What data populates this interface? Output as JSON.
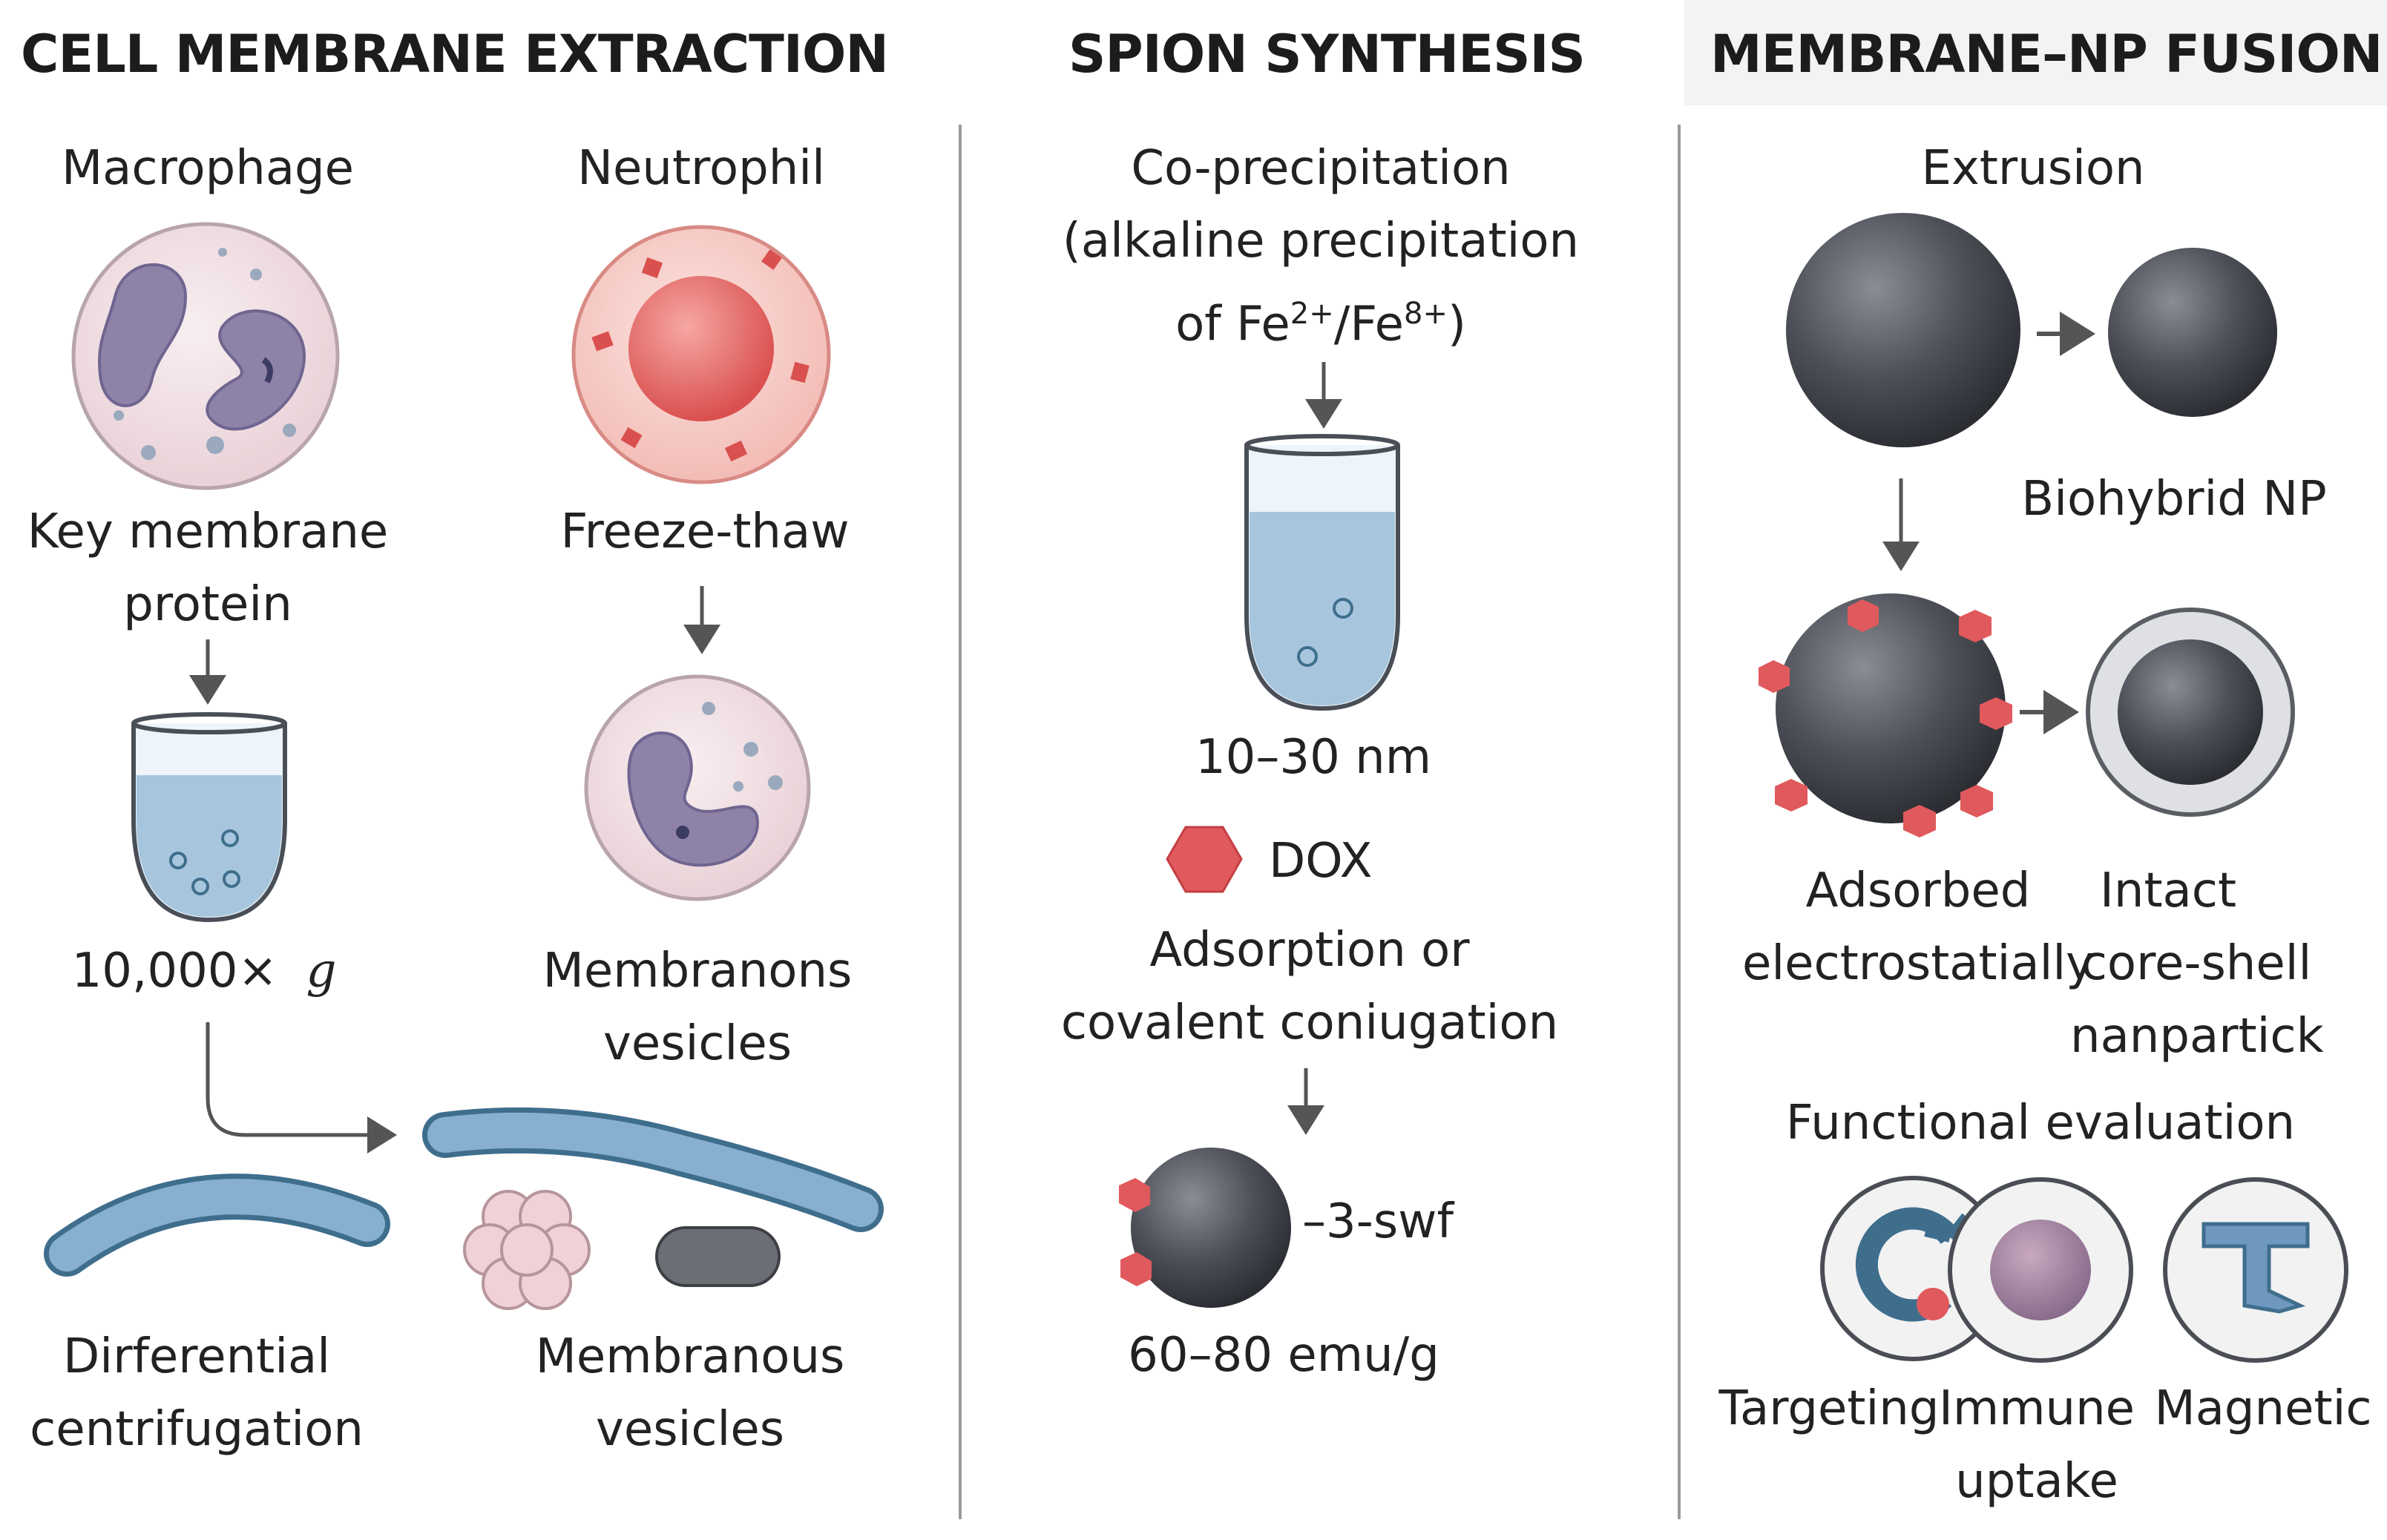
{
  "sections": {
    "extraction": {
      "title": "CELL MEMBRANE EXTRACTION",
      "macrophage": "Macrophage",
      "neutrophil": "Neutrophil",
      "key_protein_1": "Key membrane",
      "key_protein_2": "protein",
      "freeze_thaw": "Freeze-thaw",
      "gforce_value": "10,000×",
      "gforce_unit": "g",
      "membranons_1": "Membranons",
      "membranons_2": "vesicles",
      "diff_1": "Dirferential",
      "diff_2": "centrifugation",
      "membranous_1": "Membranous",
      "membranous_2": "vesicles"
    },
    "synthesis": {
      "title": "SPION SYNTHESIS",
      "coprecip_1": "Co-precipitation",
      "coprecip_2": "(alkaline precipitation",
      "coprecip_3_prefix": "of Fe",
      "coprecip_3_sup1": "2+",
      "coprecip_3_mid": "/Fe",
      "coprecip_3_sup2": "8+",
      "coprecip_3_suffix": ")",
      "size": "10–30 nm",
      "dox": "DOX",
      "adsorption_1": "Adsorption or",
      "adsorption_2": "covalent coniugation",
      "swf": "–3-swf",
      "emu": "60–80 emu/g"
    },
    "fusion": {
      "title": "MEMBRANE–NP FUSION",
      "extrusion": "Extrusion",
      "biohybrid": "Biohybrid NP",
      "adsorbed_1": "Adsorbed",
      "adsorbed_2": "electrostatially",
      "intact_1": "Intact",
      "intact_2": "core-shell",
      "intact_3": "nanpartick",
      "functional": "Functional evaluation",
      "targeting": "Targeting",
      "immune_1": "Immune",
      "immune_2": "uptake",
      "magnetic": "Magnetic"
    }
  },
  "colors": {
    "cell_pink": "#f1dfe3",
    "nucleus": "#8f82a8",
    "neutrophil_red": "#ef8c88",
    "liquid_blue": "#a7c6de",
    "membrane_blue": "#7fa9cc",
    "sphere_dark": "#4a4d54",
    "dox_red": "#e0595c",
    "arrow_gray": "#555555"
  },
  "icons": [
    "macrophage-cell-icon",
    "neutrophil-cell-icon",
    "test-tube-icon",
    "vesicle-cell-icon",
    "membrane-strip-icon",
    "cluster-icon",
    "dox-hexagon-icon",
    "sphere-icon",
    "targeting-icon",
    "immune-icon",
    "magnet-icon"
  ]
}
